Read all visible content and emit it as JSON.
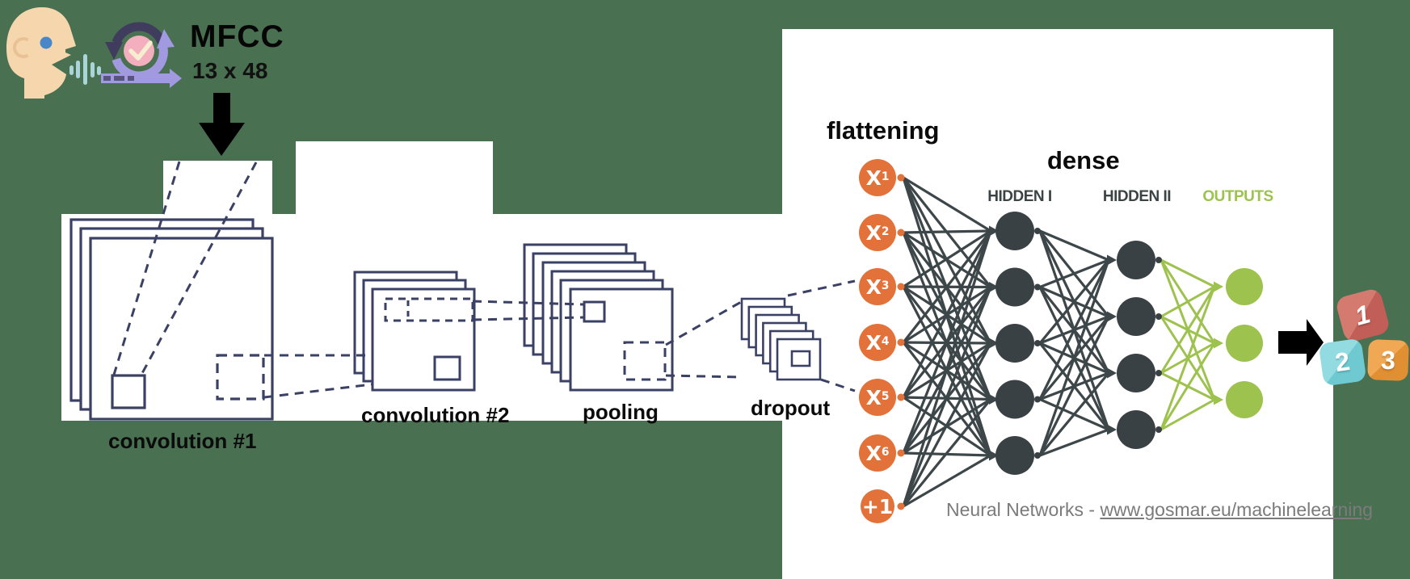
{
  "header": {
    "title": "MFCC",
    "dimensions": "13 x 48"
  },
  "stages": {
    "conv1": "convolution #1",
    "conv2": "convolution #2",
    "pooling": "pooling",
    "dropout": "dropout",
    "flattening": "flattening",
    "dense": "dense"
  },
  "network": {
    "hidden1_label": "HIDDEN I",
    "hidden2_label": "HIDDEN II",
    "outputs_label": "OUTPUTS",
    "inputs": [
      {
        "base": "X",
        "sub": "1"
      },
      {
        "base": "X",
        "sub": "2"
      },
      {
        "base": "X",
        "sub": "3"
      },
      {
        "base": "X",
        "sub": "4"
      },
      {
        "base": "X",
        "sub": "5"
      },
      {
        "base": "X",
        "sub": "6"
      },
      {
        "base": "+1",
        "sub": ""
      }
    ],
    "layer_sizes": {
      "input": 7,
      "hidden1": 5,
      "hidden2": 4,
      "outputs": 3
    }
  },
  "credit": {
    "prefix": "Neural Networks - ",
    "link": "www.gosmar.eu/machinelearning"
  },
  "output_classes": [
    {
      "label": "1"
    },
    {
      "label": "2"
    },
    {
      "label": "3"
    }
  ],
  "icons": {
    "speaking_head": "person-profile-speaking-icon",
    "sound_wave": "audio-waveform-icon",
    "process_loop": "iteration-loop-arrows-icon",
    "checkmark": "checkmark-icon",
    "down_arrow": "▼",
    "output_arrow": "►"
  },
  "colors": {
    "background": "#4a7052",
    "stroke_navy": "#3b4164",
    "node_orange": "#e2713a",
    "node_dark": "#3a4144",
    "line_dark": "#3d4649",
    "accent_green": "#9dc24e",
    "block_red": "#ca6a61",
    "block_teal": "#7fd2d9",
    "block_orange": "#eb9b45",
    "skin": "#f6d7ad",
    "eye_blue": "#4a87ca",
    "wave_teal": "#a9d5d9",
    "loop_navy": "#3f3c5e",
    "loop_lavender": "#a29ae0",
    "check_pink": "#f3afbd",
    "check_cream": "#f7eed2",
    "text_gray": "#7b7b7b"
  }
}
